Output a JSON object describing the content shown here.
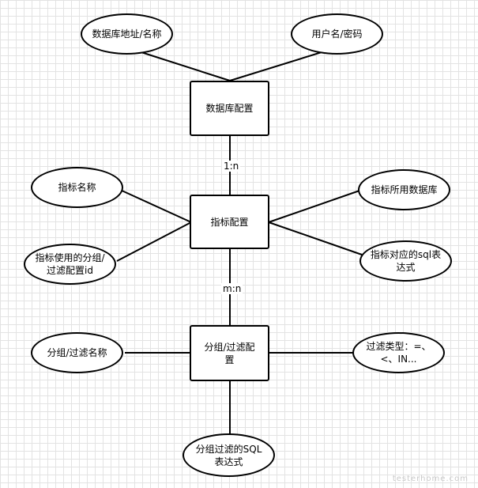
{
  "entities": {
    "db_config": "数据库配置",
    "metric_config": "指标配置",
    "group_filter_config": "分组/过滤配置"
  },
  "attributes": {
    "db_address_name": "数据库地址/名称",
    "user_password": "用户名/密码",
    "metric_name": "指标名称",
    "metric_group_filter_id": "指标使用的分组/过滤配置id",
    "metric_database": "指标所用数据库",
    "metric_sql": "指标对应的sql表达式",
    "group_filter_name": "分组/过滤名称",
    "filter_type": "过滤类型：=、<、IN...",
    "group_filter_sql": "分组过滤的SQL表达式"
  },
  "relations": {
    "db_metric": "1:n",
    "metric_group": "m:n"
  },
  "watermark": "testerhome.com"
}
